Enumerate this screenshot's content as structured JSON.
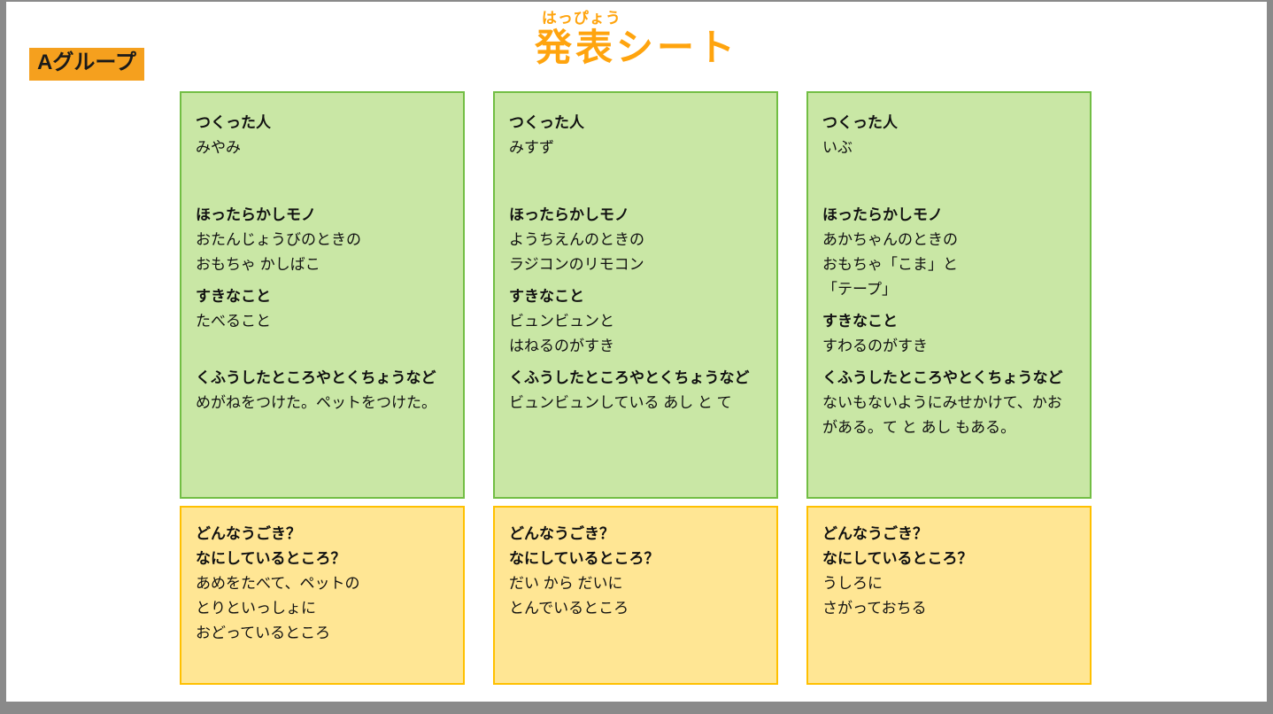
{
  "slide": {
    "group_label": "Aグループ",
    "title": "発表シート",
    "title_furigana": "はっぴょう"
  },
  "colors": {
    "title_orange": "#FFA40E",
    "badge_orange": "#F5A01E",
    "green_card_fill": "#C9E7A5",
    "green_card_border": "#72BE44",
    "yellow_card_fill": "#FFE694",
    "yellow_card_border": "#FFC000"
  },
  "field_labels": {
    "maker": "つくった人",
    "neglected_item": "ほったらかしモノ",
    "favorite": "すきなこと",
    "features": "くふうしたところやとくちょうなど",
    "movement_q1": "どんなうごき？",
    "movement_q2": "なにしているところ？"
  },
  "cards": [
    {
      "maker": "みやみ",
      "neglected_lines": [
        "おたんじょうびのときの",
        "おもちゃ かしばこ"
      ],
      "favorite_lines": [
        "たべること",
        " "
      ],
      "feature_lines": [
        "めがねをつけた。ペットをつけた。"
      ],
      "movement_lines": [
        "あめをたべて、ペットの",
        "とりといっしょに",
        "おどっているところ"
      ]
    },
    {
      "maker": "みすず",
      "neglected_lines": [
        "ようちえんのときの",
        "ラジコンのリモコン"
      ],
      "favorite_lines": [
        "ビュンビュンと",
        "はねるのがすき"
      ],
      "feature_lines": [
        "ビュンビュンしている あし と て"
      ],
      "movement_lines": [
        "だい から だいに",
        "とんでいるところ"
      ]
    },
    {
      "maker": "いぶ",
      "neglected_lines": [
        "あかちゃんのときの",
        "おもちゃ「こま」と",
        "「テープ」"
      ],
      "favorite_lines": [
        "すわるのがすき"
      ],
      "feature_lines": [
        "ないもないようにみせかけて、かおがある。て と あし もある。"
      ],
      "movement_lines": [
        "うしろに",
        "さがっておちる"
      ]
    }
  ]
}
